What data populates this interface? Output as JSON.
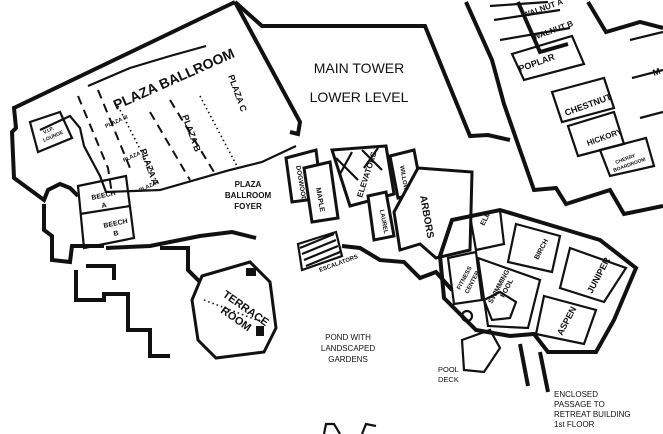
{
  "title_line1": "MAIN TOWER",
  "title_line2": "LOWER LEVEL",
  "rooms": {
    "plaza_ballroom": "PLAZA BALLROOM",
    "plaza_a": "PLAZA A",
    "plaza_b": "PLAZA B",
    "plaza_c": "PLAZA C",
    "plaza_ii": "PLAZA II",
    "plaza_iii": "PLAZA III",
    "plaza_i": "PLAZA I",
    "vip_lounge_1": "V.I.P.",
    "vip_lounge_2": "LOUNGE",
    "beech_a_1": "BEECH",
    "beech_a_2": "A",
    "beech_b_1": "BEECH",
    "beech_b_2": "B",
    "foyer_1": "PLAZA",
    "foyer_2": "BALLROOM",
    "foyer_3": "FOYER",
    "dogwood": "DOGWOOD",
    "maple": "MAPLE",
    "elevators": "ELEVATORS",
    "laurel": "LAUREL",
    "willow": "WILLOW",
    "arbors": "ARBORS",
    "escalators": "ESCALATORS",
    "terrace_1": "TERRACE",
    "terrace_2": "ROOM",
    "pond_1": "POND WITH",
    "pond_2": "LANDSCAPED",
    "pond_3": "GARDENS",
    "elm": "ELM",
    "birch": "BIRCH",
    "fitness_1": "FITNESS",
    "fitness_2": "CENTER",
    "swimming_1": "SWIMMING",
    "swimming_2": "POOL",
    "juniper": "JUNIPER",
    "aspen": "ASPEN",
    "pool_deck_1": "POOL",
    "pool_deck_2": "DECK",
    "passage_1": "ENCLOSED",
    "passage_2": "PASSAGE TO",
    "passage_3": "RETREAT BUILDING",
    "passage_4": "1st FLOOR",
    "walnut_a": "WALNUT A",
    "walnut_b": "WALNUT B",
    "poplar": "POPLAR",
    "chestnut": "CHESTNUT",
    "hickory": "HICKORY",
    "cherry_1": "CHERRY",
    "cherry_2": "BOARDROOM",
    "edge_m": "M"
  }
}
